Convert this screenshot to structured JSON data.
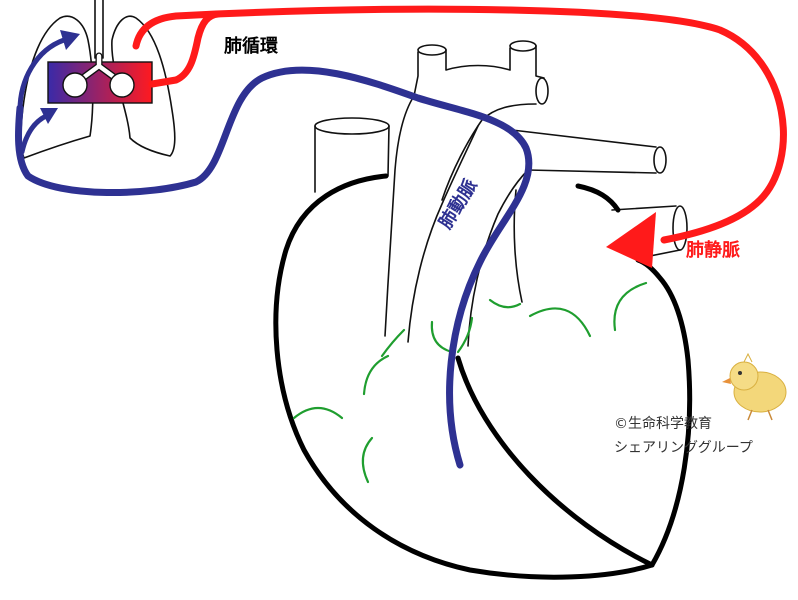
{
  "labels": {
    "pulmonary_circulation": "肺循環",
    "pulmonary_artery": "肺動脈",
    "pulmonary_vein": "肺静脈"
  },
  "credit": {
    "line1": "©生命科学教育",
    "line2": "シェアリンググループ"
  },
  "colors": {
    "pulmonary_artery": "#2e3192",
    "pulmonary_vein": "#ff1a1a",
    "coronary": "#1f9e2f",
    "heart_outline": "#000000",
    "gradient_start": "#3a2aa8",
    "gradient_end": "#ff1a20"
  }
}
